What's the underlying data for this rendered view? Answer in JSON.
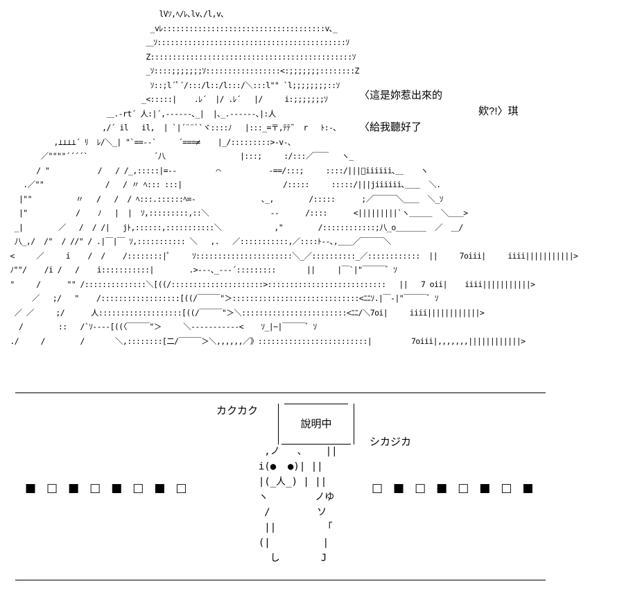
{
  "ascii_art": "                                   lVｿ,ﾍ/ﾚ､lv､/l,v､\n                                 _vﾚ:::::::::::::::::::::::::::::::::::::v､_\n                                ＿ｿ:::::::::::::::::::::::::::::::::::::::::::ｿ\n                                Z::::::::::::::::::::::::::::::::::::::::::::::ｿ\n                                _ｿ::::;;;;;;;ｿ:::::::::::::::::<:;;;;;;;::::::::Z\n                                 ｿ::;l´ﾟ´/:::/l::/l:::/＼:::l\"\" `l;;;;;;;;::ｿ\n                               _<:::::|    .ﾚ´  |/ .ﾚ´   |/     i:;;;;;;;ｿ\n                       ＿.-rt´ 人:|´,--‐‐‐‐､_|  |､_.-‐‐‐‐‐､|:人\n                      ,/´ il   il,  | `|´¨¨``ヾ::::ﾉ   |:::_=〒,ﾃﾃ˜  r   ﾄ:-､\n           ,⊥⊥⊥⊥´ ﾘ  ﾚ/＼_| \"`==-‐`     ´===≠    |_/:::::::::>‐v‐､\n        ／\"\"\"\"´´´´`               ´八                 |:::;     :/:::／￣￣   ヽ_\n       / \"           /   / /_,:::::|=-‐         ⌒           -==/:::;     ::::/|||ﾞiiiiii､＿    ヽ\n    .／\"\"              /   / 〃 ﾍ::: :::|                       /:::::     :::::/|||jiiiiii､＿＿  ＼.\n   |\"\"          〃   /   /  / ﾍ:::.::::::ﾍ=-               ､_,        /:::::      ;／￣￣￣＼＿＿  ＼_ｿ\n   |\"           /    ﾉ   |  |  ｿ,:::::::::,::＼              ‐‐      /::::      <|||||||||`ヽ＿＿＿  ＼＿＿>\n  _|        ／   /  / /|   jﾄ,::::::,:::::::::::＼            ,\"        /::::::::::::;八_o＿＿＿＿  ／  ＿/\n  八_,/  /\"  / //\" / .|￣|￣ ｿ,::::::::::: ＼   ,.   ／:::::::::::,／::::ﾄ‐‐､,＿＿／￣￣￣＼\n <     ／     i    /  /    /::::::::|ﾟ     ｿ::::::::::::::::::::::＼_／::::::::::_／::::::::::::  ||     7oiii|     iiii|||||||||||>\n ﾉ\"\"/    /i /   /    i:::::::::::|        .>‐‐‐､_‐‐‐´:::::::::       ||     |￣`|\"￣￣￣ﾞ ｿ\n \"     /      \"\" /::::::::::::::＼[((/:::::::::::::::::::::>:::::::::::::::::::::::::::   ||   7 oii|    iiii|||||||||||>\n      ／   ;/   \"    /::::::::::::::::::[((/￣￣￣\"＞:::::::::::::::::::::::::::::<ﾆﾆｿ.|￣‐|\"￣￣￣ﾞ ｿ\n  ／ ／     ;/      人:::::::::::::::::::[((/￣￣￣\"＞＼::::::::::::::::::::::::<ﾆﾆ/＼7oi|     iiii||||||||||||>\n   /        ::   /`ｿ‐‐‐‐[((〈￣￣￣\"＞     ＼‐‐‐‐‐‐‐‐‐‐‐<    ｿ_|~|￣￣￣ﾞ ｿ\n ./     /        /       ＼,::::::::[二/￣￣￣＞＼,,,,,,／》:::::::::::::::::::::::::|         7oiii|,,,,,,,||||||||||||>",
  "speech": {
    "line1": "〈這是妳惹出來的",
    "line2": "欸?!〉琪",
    "line3": "〈給我聽好了"
  },
  "sfx": {
    "left": "カクカク",
    "right": "シカジカ"
  },
  "sign": {
    "text": "說明中"
  },
  "small_art": "   ,ノ   ､    ||\n  i(●  ●)| ||\n  |(_人_) | ||\n  ヽ        ノゆ\n   /        ソ\n   ||        「\n  (|         |\n    し       J",
  "squares": {
    "left": "■□■□■□■□",
    "right": "□■□■□■□■"
  }
}
